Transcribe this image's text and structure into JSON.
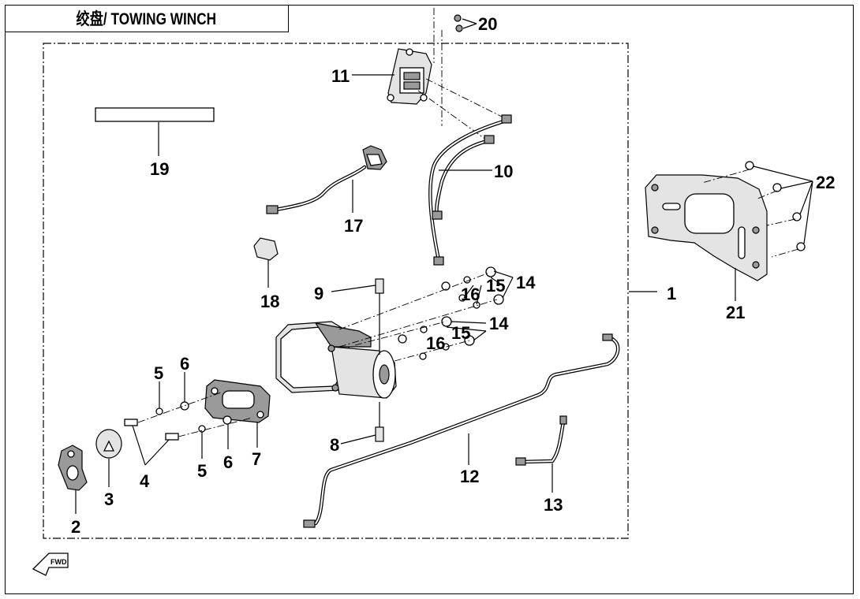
{
  "header": {
    "title": "绞盘/ TOWING WINCH"
  },
  "fwd_label": "FWD",
  "callouts": [
    "1",
    "2",
    "3",
    "4",
    "5",
    "5",
    "6",
    "6",
    "7",
    "8",
    "9",
    "10",
    "11",
    "12",
    "13",
    "14",
    "14",
    "15",
    "15",
    "16",
    "16",
    "17",
    "18",
    "19",
    "20",
    "21",
    "22"
  ]
}
